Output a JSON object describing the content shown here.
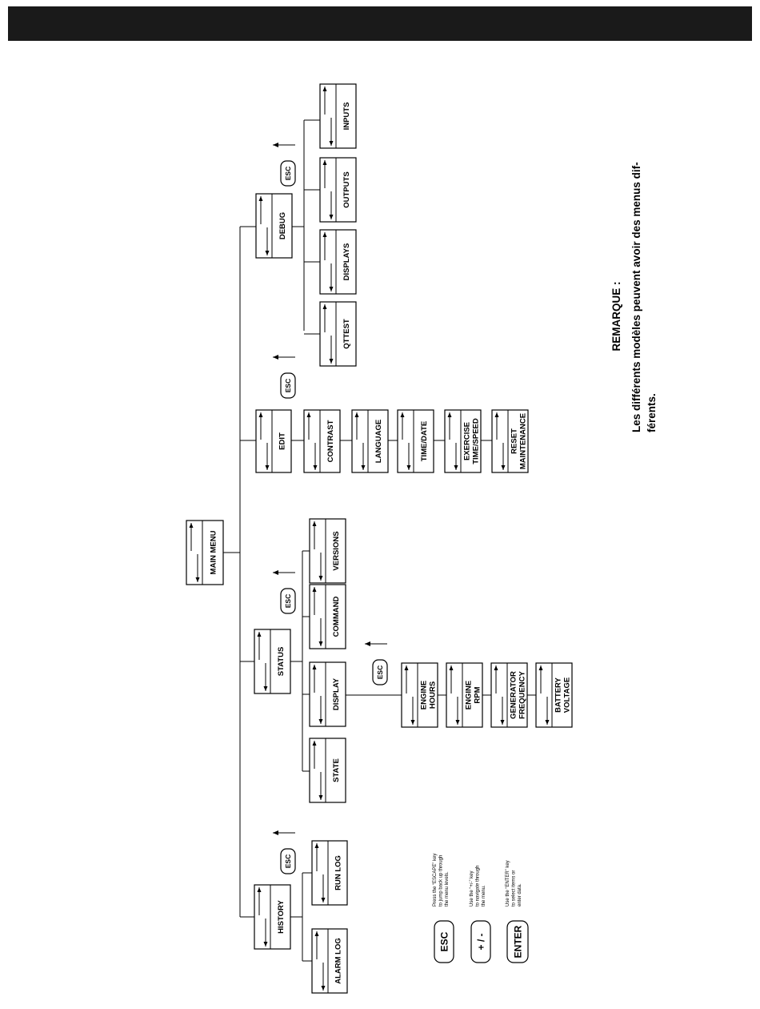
{
  "colors": {
    "ink": "#000000",
    "header": "#1a1a1a",
    "paper": "#ffffff"
  },
  "menu": {
    "main": "MAIN MENU",
    "history": {
      "label": "HISTORY",
      "children": [
        "ALARM LOG",
        "RUN LOG"
      ]
    },
    "status": {
      "label": "STATUS",
      "children": [
        "STATE",
        "DISPLAY",
        "COMMAND",
        "VERSIONS"
      ],
      "display_items": [
        [
          "ENGINE",
          "HOURS"
        ],
        [
          "ENGINE",
          "RPM"
        ],
        [
          "GENERATOR",
          "FREQUENCY"
        ],
        [
          "BATTERY",
          "VOLTAGE"
        ]
      ]
    },
    "edit": {
      "label": "EDIT",
      "children": [
        [
          "CONTRAST"
        ],
        [
          "LANGUAGE"
        ],
        [
          "TIME/DATE"
        ],
        [
          "EXERCISE",
          "TIME/SPEED"
        ],
        [
          "RESET",
          "MAINTENANCE"
        ]
      ]
    },
    "debug": {
      "label": "DEBUG",
      "children": [
        "INPUTS",
        "OUTPUTS",
        "DISPLAYS",
        "QTTEST"
      ]
    }
  },
  "esc_label": "ESC",
  "legend": {
    "esc": {
      "key": "ESC",
      "text": [
        "Press the “ESCAPE” key",
        "to jump back up through",
        "the menu levels."
      ]
    },
    "plusminus": {
      "key": "+ / -",
      "text": [
        "Use the “+/-” key",
        "to navigate through",
        "the menu."
      ]
    },
    "enter": {
      "key": "ENTER",
      "text": [
        "Use the “ENTER” key",
        "to select items or",
        "enter data."
      ]
    }
  },
  "remark": {
    "title": "REMARQUE :",
    "lines": [
      "Les différents modèles peuvent avoir des menus dif-",
      "férents."
    ]
  }
}
